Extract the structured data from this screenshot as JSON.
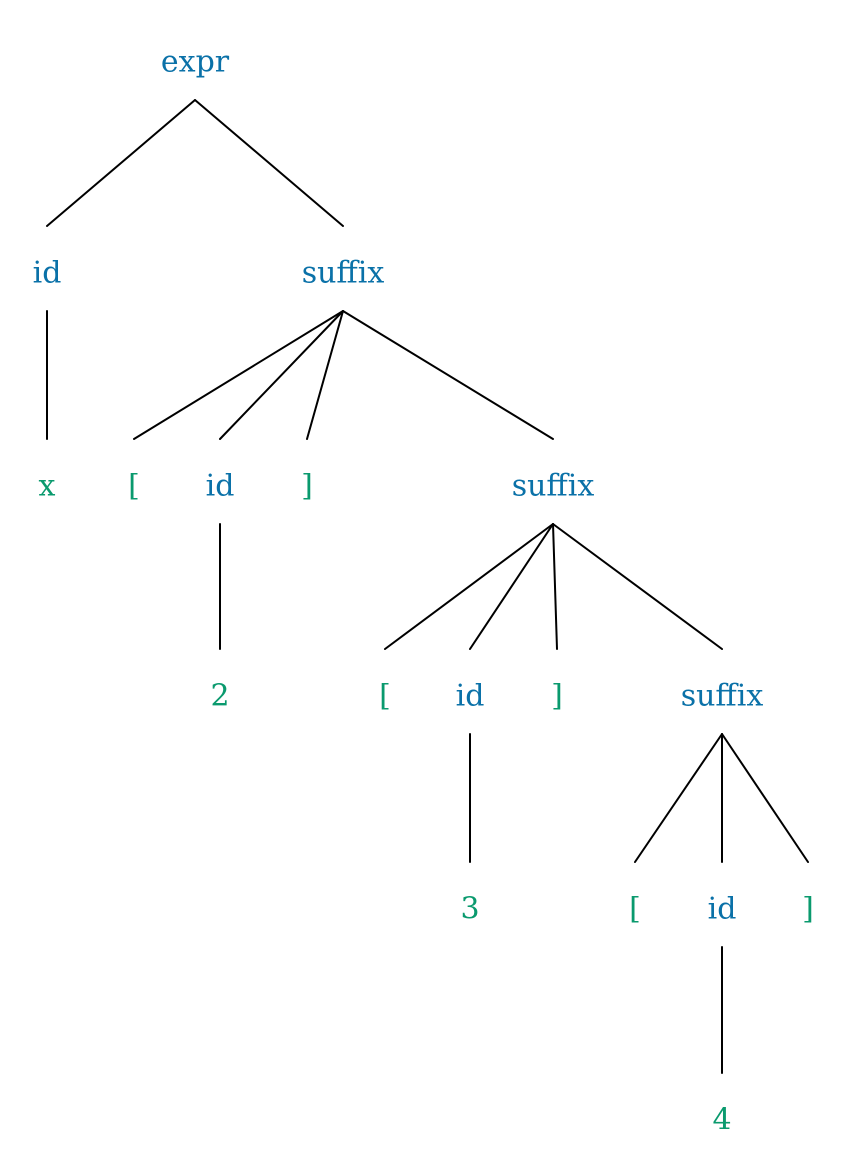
{
  "colors": {
    "nonterminal": "#0a71a8",
    "terminal": "#0a9a6e",
    "edge": "#000000"
  },
  "tree": {
    "nodes": [
      {
        "id": "n0",
        "label": "expr",
        "kind": "nonterminal"
      },
      {
        "id": "n1",
        "label": "id",
        "kind": "nonterminal"
      },
      {
        "id": "n2",
        "label": "suffix",
        "kind": "nonterminal"
      },
      {
        "id": "n3",
        "label": "x",
        "kind": "terminal"
      },
      {
        "id": "n4",
        "label": "[",
        "kind": "terminal"
      },
      {
        "id": "n5",
        "label": "id",
        "kind": "nonterminal"
      },
      {
        "id": "n6",
        "label": "]",
        "kind": "terminal"
      },
      {
        "id": "n7",
        "label": "suffix",
        "kind": "nonterminal"
      },
      {
        "id": "n8",
        "label": "2",
        "kind": "terminal"
      },
      {
        "id": "n9",
        "label": "[",
        "kind": "terminal"
      },
      {
        "id": "n10",
        "label": "id",
        "kind": "nonterminal"
      },
      {
        "id": "n11",
        "label": "]",
        "kind": "terminal"
      },
      {
        "id": "n12",
        "label": "suffix",
        "kind": "nonterminal"
      },
      {
        "id": "n13",
        "label": "3",
        "kind": "terminal"
      },
      {
        "id": "n14",
        "label": "[",
        "kind": "terminal"
      },
      {
        "id": "n15",
        "label": "id",
        "kind": "nonterminal"
      },
      {
        "id": "n16",
        "label": "]",
        "kind": "terminal"
      },
      {
        "id": "n17",
        "label": "4",
        "kind": "terminal"
      }
    ],
    "edges": [
      [
        "n0",
        "n1"
      ],
      [
        "n0",
        "n2"
      ],
      [
        "n1",
        "n3"
      ],
      [
        "n2",
        "n4"
      ],
      [
        "n2",
        "n5"
      ],
      [
        "n2",
        "n6"
      ],
      [
        "n2",
        "n7"
      ],
      [
        "n5",
        "n8"
      ],
      [
        "n7",
        "n9"
      ],
      [
        "n7",
        "n10"
      ],
      [
        "n7",
        "n11"
      ],
      [
        "n7",
        "n12"
      ],
      [
        "n10",
        "n13"
      ],
      [
        "n12",
        "n14"
      ],
      [
        "n12",
        "n15"
      ],
      [
        "n12",
        "n16"
      ],
      [
        "n15",
        "n17"
      ]
    ]
  }
}
